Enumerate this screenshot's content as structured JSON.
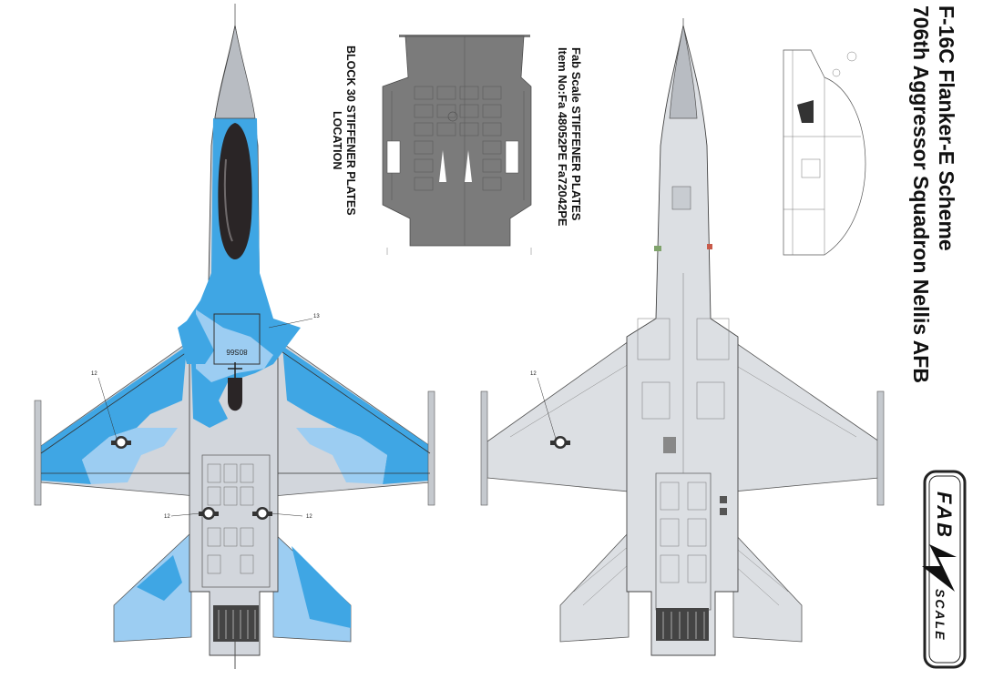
{
  "title": {
    "line1": "F-16C Flanker-E Scheme",
    "line2": "706th Aggressor Squadron Nellis AFB"
  },
  "product": {
    "line1": "Fab Scale  STIFFENER PLATES",
    "line2": "Item No:Fa 48052PE  Fa72042PE"
  },
  "location_note": {
    "line1": "BLOCK 30 STIFFENER PLATES",
    "line2": "LOCATION"
  },
  "logo": {
    "top": "FAB",
    "bottom": "SCALE"
  },
  "aircraft_serial": "80S66",
  "callouts": {
    "decal_12": "12",
    "decal_13": "13"
  },
  "colors": {
    "camo_blue": "#3fa6e4",
    "camo_light_blue": "#9ccdf2",
    "camo_pale": "#d2d6dc",
    "gear_gray": "#dcdfe3",
    "detail_gray": "#7b7b7b",
    "canopy": "#2a2526"
  }
}
